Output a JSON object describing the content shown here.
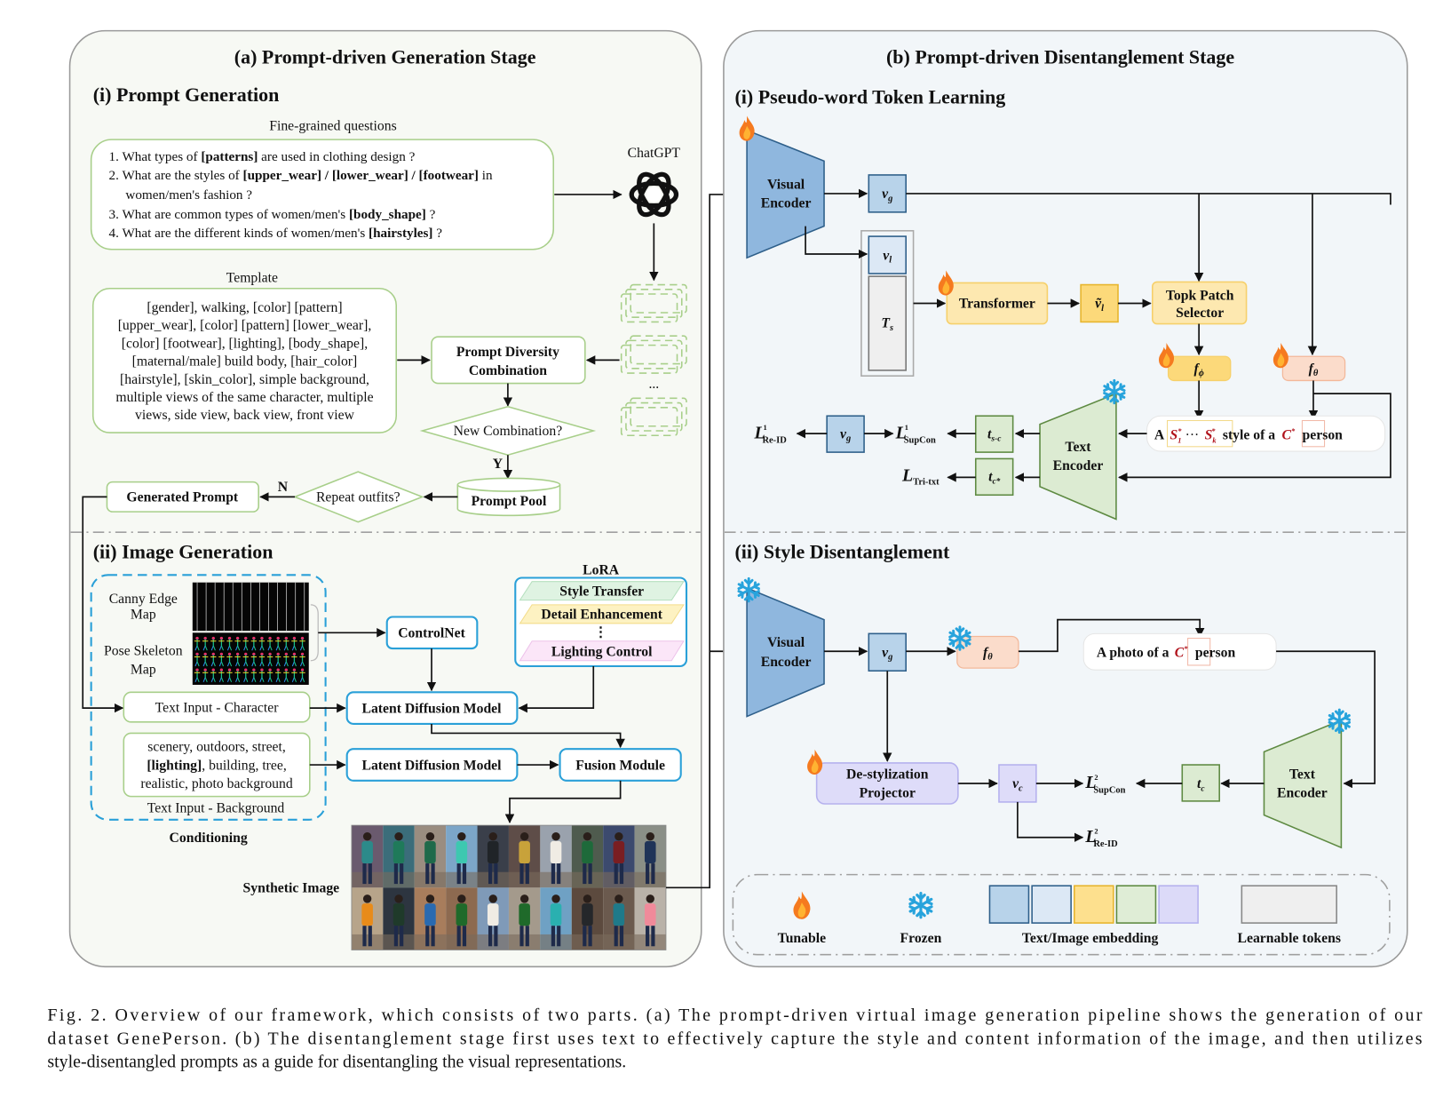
{
  "panel_a": {
    "title": "(a) Prompt-driven Generation Stage",
    "section_i": "(i) Prompt Generation",
    "questions_label": "Fine-grained questions",
    "questions": [
      {
        "pre": "1. What types of ",
        "bold": "[patterns]",
        "post": " are used in clothing design ?"
      },
      {
        "pre": "2. What are the styles of ",
        "bold": "[upper_wear] /  [lower_wear] / [footwear]",
        "post": " in"
      },
      {
        "pre": "women/men's fashion ?",
        "bold": "",
        "post": ""
      },
      {
        "pre": "3. What are common types of women/men's ",
        "bold": "[body_shape]",
        "post": " ?"
      },
      {
        "pre": "4. What are the different kinds of women/men's ",
        "bold": "[hairstyles]",
        "post": " ?"
      }
    ],
    "chatgpt_label": "ChatGPT",
    "template_label": "Template",
    "template_lines": [
      "[gender],  walking,  [color] [pattern]",
      "[upper_wear], [color] [pattern] [lower_wear],",
      "[color] [footwear], [lighting], [body_shape],",
      "[maternal/male] build body, [hair_color]",
      "[hairstyle], [skin_color], simple background,",
      "multiple views of the same character, multiple",
      "views, side view, back view, front view"
    ],
    "prompt_diversity": [
      "Prompt Diversity",
      "Combination"
    ],
    "ellipsis": "...",
    "new_combination": "New Combination?",
    "yes_label": "Y",
    "no_label": "N",
    "prompt_pool": "Prompt Pool",
    "repeat_outfits": "Repeat outfits?",
    "generated_prompt": "Generated Prompt",
    "section_ii": "(ii) Image Generation",
    "canny_label": [
      "Canny Edge",
      "Map"
    ],
    "pose_label": [
      "Pose Skeleton",
      "Map"
    ],
    "text_input_character": "Text Input - Character",
    "background_lines": [
      {
        "pre": "scenery, outdoors, street,",
        "bold": ""
      },
      {
        "pre": "",
        "bold": "[lighting]",
        "post": ", building, tree,"
      },
      {
        "pre": "realistic, photo background",
        "bold": ""
      }
    ],
    "text_input_background": "Text Input - Background",
    "conditioning": "Conditioning",
    "controlnet": "ControlNet",
    "lora_label": "LoRA",
    "lora_items": [
      "Style Transfer",
      "Detail Enhancement",
      "Lighting Control"
    ],
    "lora_dots": "⋮",
    "ldm_1": "Latent Diffusion Model",
    "ldm_2": "Latent Diffusion Model",
    "fusion": "Fusion Module",
    "synthetic_image": "Synthetic Image"
  },
  "panel_b": {
    "title": "(b) Prompt-driven Disentanglement Stage",
    "section_i": "(i) Pseudo-word Token Learning",
    "visual_encoder": [
      "Visual",
      "Encoder"
    ],
    "vg": "v",
    "vg_sub": "g",
    "vl": "v",
    "vl_sub": "l",
    "ts": "T",
    "ts_sub": "s",
    "transformer": "Transformer",
    "vl_tilde": "ṽ",
    "vl_tilde_sub": "l",
    "topk": [
      "Topk Patch",
      "Selector"
    ],
    "f_phi": "f",
    "f_phi_sub": "ϕ",
    "f_theta": "f",
    "f_theta_sub": "θ",
    "prompt1": {
      "a": "A",
      "s1": "S",
      "s1_sub": "1",
      "dots": "···",
      "sk": "S",
      "sk_sub": "k",
      "mid": "style of a",
      "c": "C",
      "end": "person",
      "star": "*"
    },
    "text_encoder": [
      "Text",
      "Encoder"
    ],
    "tsc": "t",
    "tsc_sub": "s-c",
    "tcstar": "t",
    "tcstar_sub": "c*",
    "loss_reid_1": {
      "L": "L",
      "sup": "1",
      "sub": "Re-ID"
    },
    "loss_supcon_1": {
      "L": "L",
      "sup": "1",
      "sub": "SupCon"
    },
    "loss_tri": {
      "L": "L",
      "sub": "Tri-txt"
    },
    "section_ii": "(ii) Style Disentanglement",
    "prompt2": {
      "pre": "A photo of a",
      "c": "C",
      "star": "*",
      "end": "person"
    },
    "destyl": [
      "De-stylization",
      "Projector"
    ],
    "vc": "v",
    "vc_sub": "c",
    "tc": "t",
    "tc_sub": "c",
    "loss_supcon_2": {
      "L": "L",
      "sup": "2",
      "sub": "SupCon"
    },
    "loss_reid_2": {
      "L": "L",
      "sup": "2",
      "sub": "Re-ID"
    },
    "legend": [
      {
        "label": "Tunable",
        "icon": "flame-icon"
      },
      {
        "label": "Frozen",
        "icon": "snowflake-icon"
      },
      {
        "label": "Text/Image embedding",
        "icon": "embedding-swatches",
        "colors": [
          "#b8d3ea",
          "#dce8f5",
          "#fde08e",
          "#dfedd6",
          "#dcdaf8"
        ]
      },
      {
        "label": "Learnable tokens",
        "icon": "learnable-swatch",
        "colors": [
          "#efefef"
        ]
      }
    ]
  },
  "colors": {
    "panel_a_bg": "#f7f9f4",
    "panel_b_bg": "#f2f6f9",
    "green_border": "#a8cf8a",
    "blue_border": "#2aa0d8",
    "enc_blue": "#8fb7de",
    "enc_green": "#dcebd2",
    "yellow": "#fde8b0",
    "peach": "#fbdccb",
    "lavender": "#dedcf9"
  },
  "caption": [
    "Fig. 2.  Overview of our framework, which consists of two parts. (a) The prompt-driven virtual image generation pipeline shows the generation of our",
    "dataset GenePerson. (b) The disentanglement stage first uses text to effectively capture the style and content information of the image, and then utilizes",
    "style-disentangled prompts as a guide for disentangling the visual representations."
  ]
}
